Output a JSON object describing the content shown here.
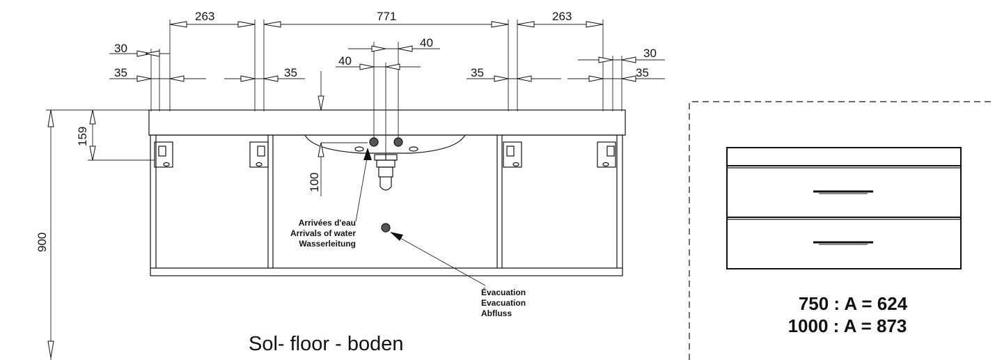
{
  "dimensions": {
    "top_left_span": "263",
    "center_span": "771",
    "top_right_span": "263",
    "left_30": "30",
    "left_35_outer": "35",
    "left_35_inner": "35",
    "tap_40_right": "40",
    "tap_40_left": "40",
    "right_35_inner": "35",
    "right_30": "30",
    "right_35_outer": "35",
    "height_159": "159",
    "height_100": "100",
    "height_900": "900"
  },
  "notes": {
    "water_fr": "Arrivées d'eau",
    "water_en": "Arrivals of water",
    "water_de": "Wasserleitung",
    "drain_fr": "Évacuation",
    "drain_en": "Evacuation",
    "drain_de": "Abfluss"
  },
  "caption": "Sol- floor - boden",
  "detail": {
    "line_750": "750 : A = 624",
    "line_1000": "1000 : A = 873"
  }
}
